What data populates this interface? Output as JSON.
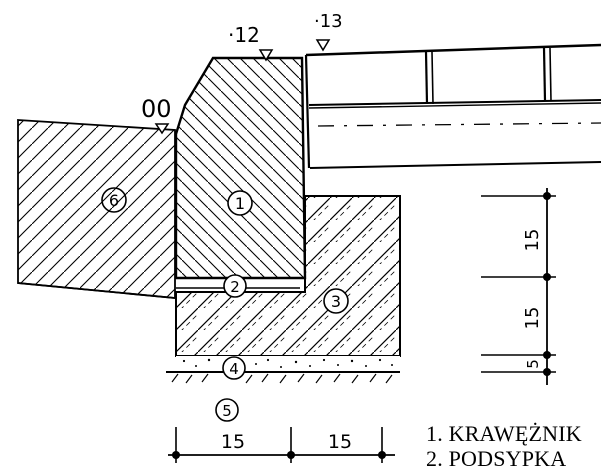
{
  "levels": {
    "top_left": "·12",
    "top_right": "·13",
    "left": "00"
  },
  "parts": {
    "p1": "1",
    "p2": "2",
    "p3": "3",
    "p4": "4",
    "p5": "5",
    "p6": "6"
  },
  "dimensions": {
    "vertical": [
      "15",
      "15",
      "5"
    ],
    "horizontal": [
      "15",
      "15"
    ]
  },
  "legend": [
    "1. KRAWĘŻNIK",
    "2. PODSYPKA"
  ]
}
